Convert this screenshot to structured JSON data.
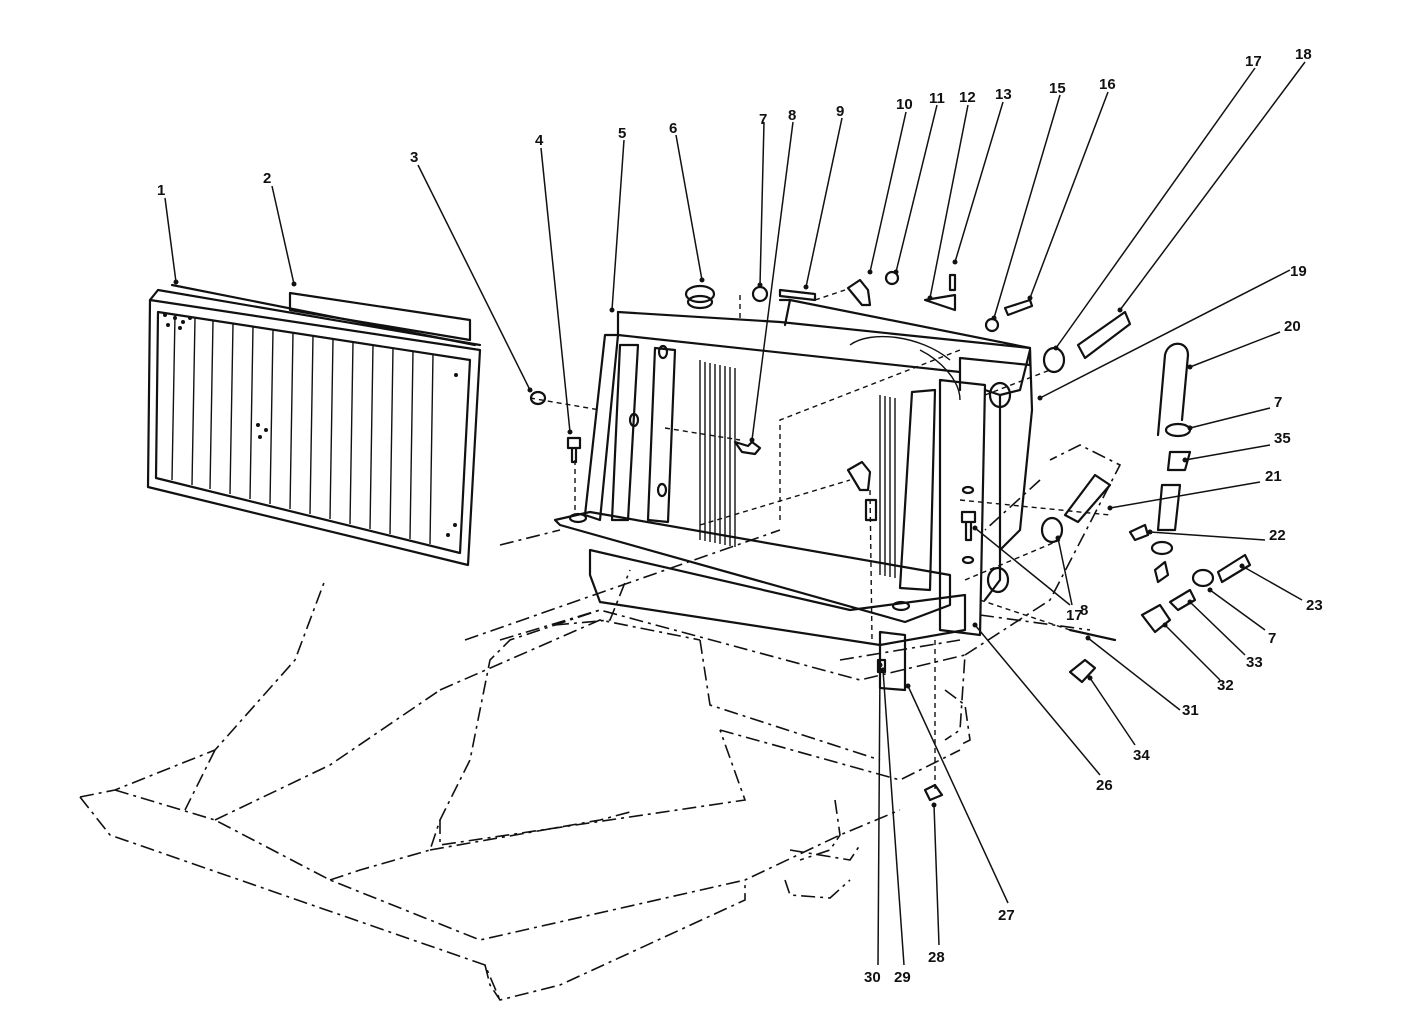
{
  "diagram": {
    "callouts": [
      {
        "id": "c1",
        "label": "1"
      },
      {
        "id": "c2",
        "label": "2"
      },
      {
        "id": "c3",
        "label": "3"
      },
      {
        "id": "c4",
        "label": "4"
      },
      {
        "id": "c5",
        "label": "5"
      },
      {
        "id": "c6",
        "label": "6"
      },
      {
        "id": "c7a",
        "label": "7"
      },
      {
        "id": "c8a",
        "label": "8"
      },
      {
        "id": "c9",
        "label": "9"
      },
      {
        "id": "c10",
        "label": "10"
      },
      {
        "id": "c11",
        "label": "11"
      },
      {
        "id": "c12",
        "label": "12"
      },
      {
        "id": "c13",
        "label": "13"
      },
      {
        "id": "c15",
        "label": "15"
      },
      {
        "id": "c16",
        "label": "16"
      },
      {
        "id": "c17a",
        "label": "17"
      },
      {
        "id": "c18",
        "label": "18"
      },
      {
        "id": "c19",
        "label": "19"
      },
      {
        "id": "c20",
        "label": "20"
      },
      {
        "id": "c7b",
        "label": "7"
      },
      {
        "id": "c35",
        "label": "35"
      },
      {
        "id": "c21",
        "label": "21"
      },
      {
        "id": "c22",
        "label": "22"
      },
      {
        "id": "c23",
        "label": "23"
      },
      {
        "id": "c7c",
        "label": "7"
      },
      {
        "id": "c17b",
        "label": "17"
      },
      {
        "id": "c8b",
        "label": "8"
      },
      {
        "id": "c33",
        "label": "33"
      },
      {
        "id": "c32",
        "label": "32"
      },
      {
        "id": "c31",
        "label": "31"
      },
      {
        "id": "c34",
        "label": "34"
      },
      {
        "id": "c26",
        "label": "26"
      },
      {
        "id": "c27",
        "label": "27"
      },
      {
        "id": "c28",
        "label": "28"
      },
      {
        "id": "c29",
        "label": "29"
      },
      {
        "id": "c30",
        "label": "30"
      }
    ]
  }
}
